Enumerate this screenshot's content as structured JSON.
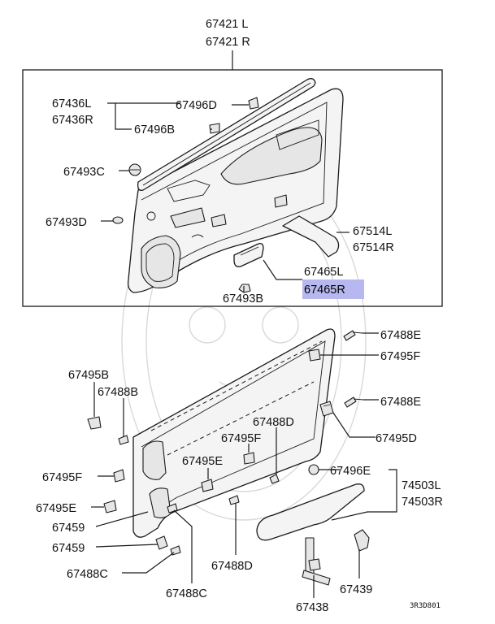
{
  "diagram": {
    "code": "3R3D801",
    "highlight_color": "#b8b8f0",
    "parts": {
      "p67421": [
        "67421 L",
        "67421 R"
      ],
      "p67436": [
        "67436L",
        "67436R"
      ],
      "p67496D": "67496D",
      "p67496B": "67496B",
      "p67493C": "67493C",
      "p67493D": "67493D",
      "p67514": [
        "67514L",
        "67514R"
      ],
      "p67465": [
        "67465L",
        "67465R"
      ],
      "p67493B": "67493B",
      "p67488E_1": "67488E",
      "p67495F_1": "67495F",
      "p67488E_2": "67488E",
      "p67495D": "67495D",
      "p67495B": "67495B",
      "p67488B": "67488B",
      "p67488D_1": "67488D",
      "p67495F_2": "67495F",
      "p67495E_1": "67495E",
      "p67495F_3": "67495F",
      "p67496E": "67496E",
      "p74503": [
        "74503L",
        "74503R"
      ],
      "p67495E_2": "67495E",
      "p67459_1": "67459",
      "p67459_2": "67459",
      "p67488C_1": "67488C",
      "p67488D_2": "67488D",
      "p67488C_2": "67488C",
      "p67439": "67439",
      "p67438": "67438"
    }
  }
}
